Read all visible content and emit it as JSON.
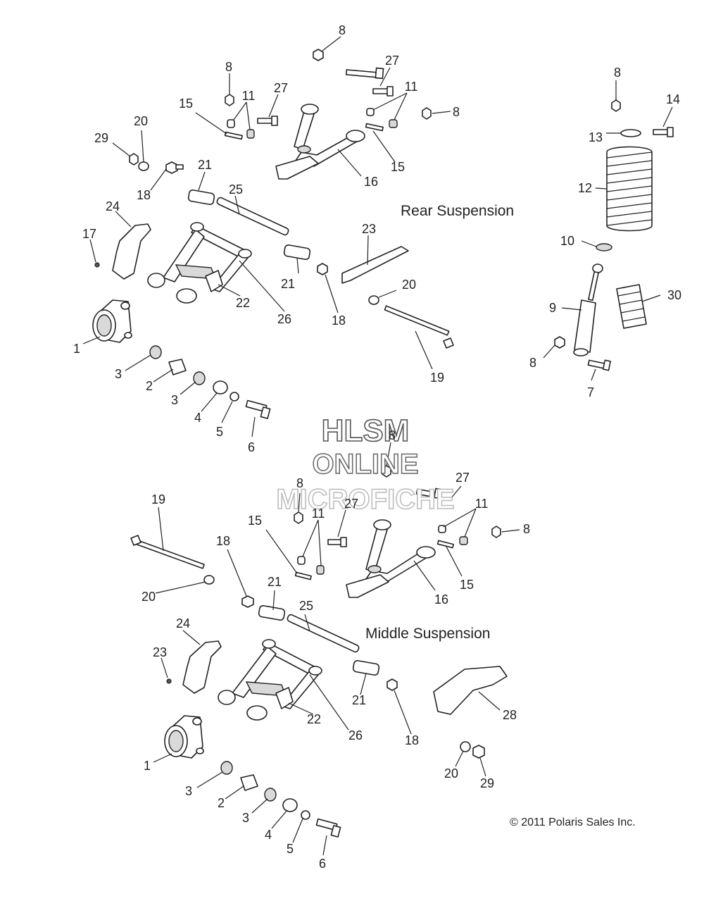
{
  "sections": {
    "rear_title": "Rear Suspension",
    "middle_title": "Middle Suspension"
  },
  "copyright": "© 2011 Polaris Sales Inc.",
  "watermark": {
    "line1": "HLSM",
    "line2": "ONLINE",
    "line3": "MICROFICHE"
  },
  "rear_callouts": [
    {
      "id": "r8a",
      "label": "8"
    },
    {
      "id": "r27a",
      "label": "27"
    },
    {
      "id": "r8b",
      "label": "8"
    },
    {
      "id": "r27b",
      "label": "27"
    },
    {
      "id": "r11a",
      "label": "11"
    },
    {
      "id": "r11b",
      "label": "11"
    },
    {
      "id": "r8c",
      "label": "8"
    },
    {
      "id": "r15a",
      "label": "15"
    },
    {
      "id": "r15b",
      "label": "15"
    },
    {
      "id": "r16",
      "label": "16"
    },
    {
      "id": "r20a",
      "label": "20"
    },
    {
      "id": "r29",
      "label": "29"
    },
    {
      "id": "r21a",
      "label": "21"
    },
    {
      "id": "r25",
      "label": "25"
    },
    {
      "id": "r18a",
      "label": "18"
    },
    {
      "id": "r24",
      "label": "24"
    },
    {
      "id": "r23",
      "label": "23"
    },
    {
      "id": "r17",
      "label": "17"
    },
    {
      "id": "r21b",
      "label": "21"
    },
    {
      "id": "r22",
      "label": "22"
    },
    {
      "id": "r26",
      "label": "26"
    },
    {
      "id": "r18b",
      "label": "18"
    },
    {
      "id": "r20b",
      "label": "20"
    },
    {
      "id": "r1",
      "label": "1"
    },
    {
      "id": "r19",
      "label": "19"
    },
    {
      "id": "r3a",
      "label": "3"
    },
    {
      "id": "r2",
      "label": "2"
    },
    {
      "id": "r3b",
      "label": "3"
    },
    {
      "id": "r4",
      "label": "4"
    },
    {
      "id": "r5",
      "label": "5"
    },
    {
      "id": "r6",
      "label": "6"
    }
  ],
  "shock_callouts": [
    {
      "id": "s8a",
      "label": "8"
    },
    {
      "id": "s14",
      "label": "14"
    },
    {
      "id": "s13",
      "label": "13"
    },
    {
      "id": "s12",
      "label": "12"
    },
    {
      "id": "s10",
      "label": "10"
    },
    {
      "id": "s30",
      "label": "30"
    },
    {
      "id": "s9",
      "label": "9"
    },
    {
      "id": "s8b",
      "label": "8"
    },
    {
      "id": "s7",
      "label": "7"
    }
  ],
  "middle_callouts": [
    {
      "id": "m8a",
      "label": "8"
    },
    {
      "id": "m27a",
      "label": "27"
    },
    {
      "id": "m8b",
      "label": "8"
    },
    {
      "id": "m27b",
      "label": "27"
    },
    {
      "id": "m11a",
      "label": "11"
    },
    {
      "id": "m11b",
      "label": "11"
    },
    {
      "id": "m8c",
      "label": "8"
    },
    {
      "id": "m19",
      "label": "19"
    },
    {
      "id": "m15a",
      "label": "15"
    },
    {
      "id": "m18a",
      "label": "18"
    },
    {
      "id": "m21a",
      "label": "21"
    },
    {
      "id": "m15b",
      "label": "15"
    },
    {
      "id": "m16",
      "label": "16"
    },
    {
      "id": "m20a",
      "label": "20"
    },
    {
      "id": "m25",
      "label": "25"
    },
    {
      "id": "m24",
      "label": "24"
    },
    {
      "id": "m23",
      "label": "23"
    },
    {
      "id": "m21b",
      "label": "21"
    },
    {
      "id": "m28",
      "label": "28"
    },
    {
      "id": "m22",
      "label": "22"
    },
    {
      "id": "m26",
      "label": "26"
    },
    {
      "id": "m18b",
      "label": "18"
    },
    {
      "id": "m1",
      "label": "1"
    },
    {
      "id": "m20b",
      "label": "20"
    },
    {
      "id": "m29",
      "label": "29"
    },
    {
      "id": "m3a",
      "label": "3"
    },
    {
      "id": "m2",
      "label": "2"
    },
    {
      "id": "m3b",
      "label": "3"
    },
    {
      "id": "m4",
      "label": "4"
    },
    {
      "id": "m5",
      "label": "5"
    },
    {
      "id": "m6",
      "label": "6"
    }
  ]
}
